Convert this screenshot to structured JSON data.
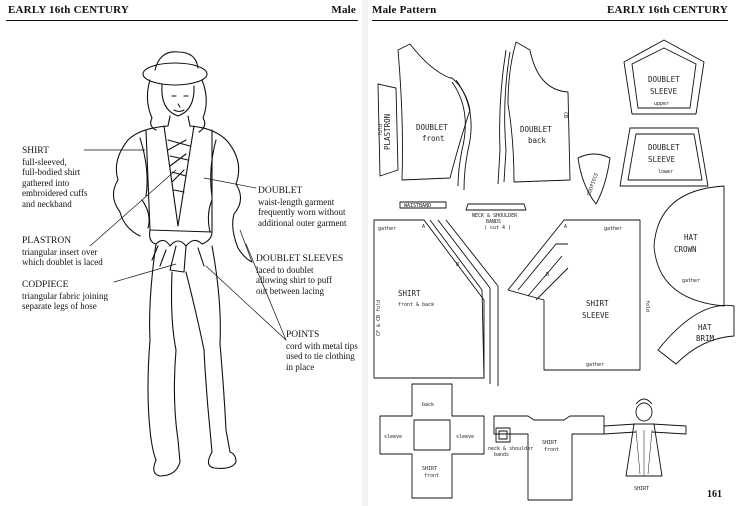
{
  "left_page": {
    "header_left": "EARLY 16th CENTURY",
    "header_right": "Male",
    "annotations": [
      {
        "title": "SHIRT",
        "body": [
          "full-sleeved,",
          "full-bodied shirt",
          "gathered into",
          "embroidered cuffs",
          "and neckband"
        ]
      },
      {
        "title": "DOUBLET",
        "body": [
          "waist-length garment",
          "frequently worn without",
          "additional outer garment"
        ]
      },
      {
        "title": "PLASTRON",
        "body": [
          "triangular insert over",
          "which doublet is laced"
        ]
      },
      {
        "title": "DOUBLET SLEEVES",
        "body": [
          "laced to doublet",
          "allowing shirt to puff",
          "out between lacing"
        ]
      },
      {
        "title": "CODPIECE",
        "body": [
          "triangular fabric joining",
          "separate legs of hose"
        ]
      },
      {
        "title": "POINTS",
        "body": [
          "cord with metal tips",
          "used to tie clothing",
          "in place"
        ]
      }
    ]
  },
  "right_page": {
    "header_left": "Male Pattern",
    "header_right": "EARLY 16th CENTURY",
    "page_number": "161",
    "pieces": {
      "plastron": [
        "PLASTRON",
        "fold"
      ],
      "doublet_front": [
        "DOUBLET",
        "front"
      ],
      "doublet_back": [
        "DOUBLET",
        "back"
      ],
      "cb": "CB",
      "doublet_sleeve_upper": [
        "DOUBLET",
        "SLEEVE",
        "upper"
      ],
      "doublet_sleeve_lower": [
        "DOUBLET",
        "SLEEVE",
        "lower"
      ],
      "codpiece": "CODPIECE",
      "waistband": "WAISTBAND",
      "neck_bands": [
        "NECK & SHOULDER",
        "BANDS",
        "( cut 4 )"
      ],
      "hat_crown": [
        "HAT",
        "CROWN"
      ],
      "hat_brim": [
        "HAT",
        "BRIM"
      ],
      "gather": "gather",
      "shirt": [
        "SHIRT",
        "front & back"
      ],
      "shirt_sleeve": [
        "SHIRT",
        "SLEEVE"
      ],
      "cf_fold": "CF & CB fold",
      "fold": "fold",
      "a": "A",
      "b": "B",
      "diagram_back": "back",
      "diagram_sleeve": "sleeve",
      "diagram_shirt_front": [
        "SHIRT",
        "front"
      ],
      "neck_shoulder_bands": [
        "neck & shoulder",
        "bands"
      ],
      "shirt_caption": "SHIRT"
    }
  }
}
